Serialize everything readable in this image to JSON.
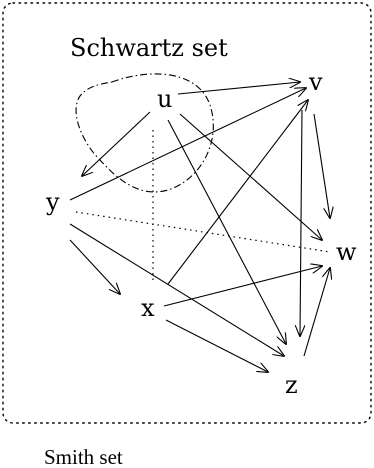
{
  "diagram": {
    "title": "",
    "smith_set_label": "Smith set",
    "schwartz_set_label": "Schwartz set",
    "nodes": [
      {
        "id": "u",
        "label": "u"
      },
      {
        "id": "v",
        "label": "v"
      },
      {
        "id": "w",
        "label": "w"
      },
      {
        "id": "x",
        "label": "x"
      },
      {
        "id": "y",
        "label": "y"
      },
      {
        "id": "z",
        "label": "z"
      }
    ],
    "edges": [
      {
        "from": "u",
        "to": "v"
      },
      {
        "from": "u",
        "to": "y"
      },
      {
        "from": "u",
        "to": "w"
      },
      {
        "from": "u",
        "to": "z"
      },
      {
        "from": "u",
        "to": "x"
      },
      {
        "from": "y",
        "to": "v"
      },
      {
        "from": "y",
        "to": "x"
      },
      {
        "from": "y",
        "to": "z"
      },
      {
        "from": "x",
        "to": "v"
      },
      {
        "from": "x",
        "to": "w"
      },
      {
        "from": "x",
        "to": "z"
      },
      {
        "from": "v",
        "to": "w"
      },
      {
        "from": "v",
        "to": "z"
      },
      {
        "from": "z",
        "to": "w"
      }
    ],
    "dotted_links": [
      {
        "from": "y",
        "to": "w"
      },
      {
        "from": "u",
        "to": "x"
      }
    ]
  }
}
